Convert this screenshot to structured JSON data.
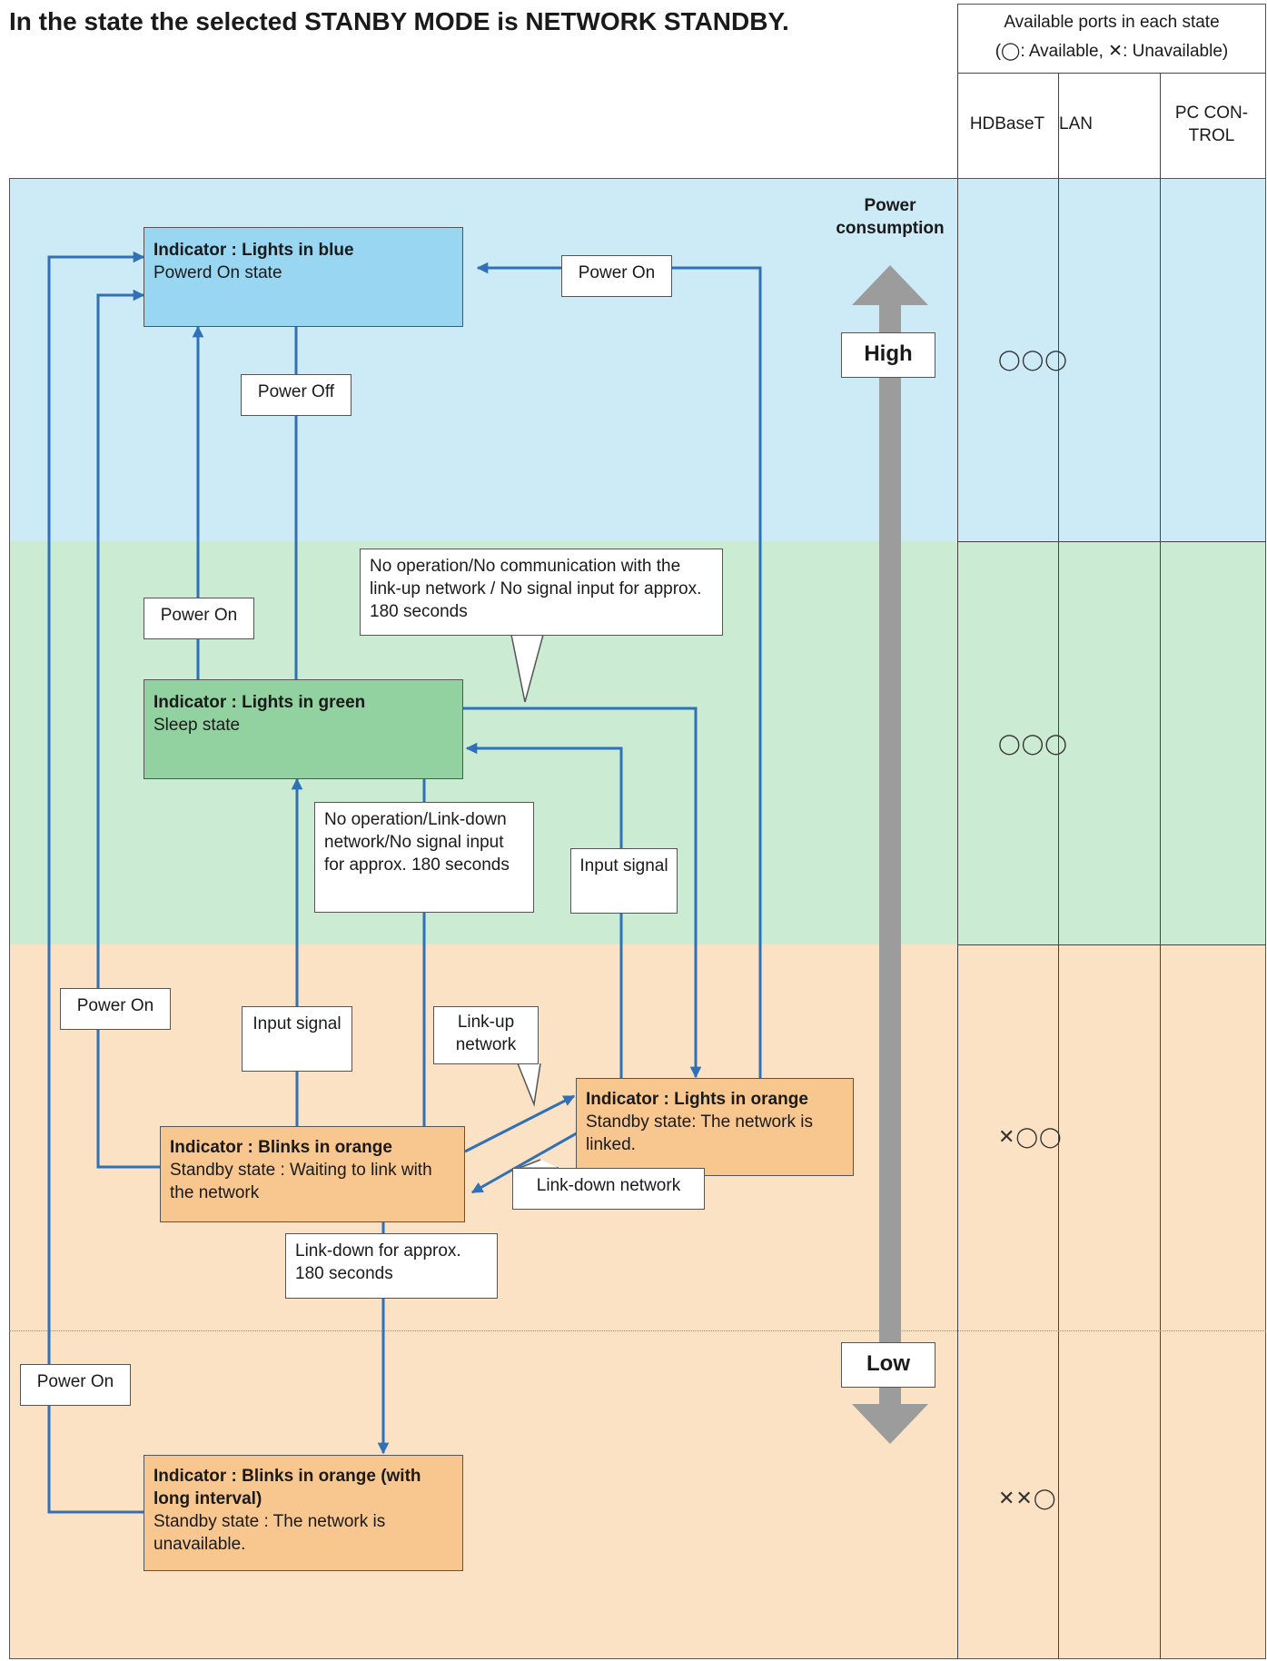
{
  "heading": "In the state the selected STANBY MODE is NETWORK STANDBY.",
  "table": {
    "title_line1": "Available ports in each state",
    "title_line2": "(◯: Available, ✕: Unavailable)",
    "columns": [
      "HDBaseT",
      "LAN",
      "PC CON-\nTROL"
    ],
    "rows": [
      {
        "marks": "◯◯◯"
      },
      {
        "marks": "◯◯◯"
      },
      {
        "marks": "✕◯◯"
      },
      {
        "marks": "✕✕◯"
      }
    ]
  },
  "colors": {
    "band_blue": "#cdebf7",
    "band_green": "#cbebd2",
    "band_orange": "#fbe2c4",
    "box_blue": "#98d6f1",
    "box_green": "#92d1a0",
    "box_orange": "#f8c68f",
    "arrow": "#2f70b6",
    "power_arrow": "#9c9c9c"
  },
  "power": {
    "title": "Power\nconsumption",
    "high": "High",
    "low": "Low"
  },
  "states": {
    "blue": {
      "title": "Indicator : Lights in blue",
      "sub": "Powerd On state"
    },
    "green": {
      "title": "Indicator : Lights in green",
      "sub": "Sleep state"
    },
    "blink_orange": {
      "title": "Indicator : Blinks in orange",
      "sub": "Standby state : Waiting to link with the network"
    },
    "lights_orange": {
      "title": "Indicator : Lights in orange",
      "sub": "Standby state:  The network is linked."
    },
    "blink_long": {
      "title": "Indicator : Blinks in orange (with long interval)",
      "sub": "Standby state : The network is unavailable."
    }
  },
  "labels": {
    "power_on_top": "Power On",
    "power_off": "Power Off",
    "power_on_green": "Power On",
    "power_on_blink": "Power On",
    "power_on_long": "Power On",
    "no_op_network": "No operation/No communication with the link-up network / No signal input for approx. 180 seconds",
    "no_op_linkdown": "No operation/Link-down network/No signal input for approx. 180 seconds",
    "input_signal_right": "Input signal",
    "input_signal_left": "Input signal",
    "link_up": "Link-up network",
    "link_down": "Link-down network",
    "link_down_180": "Link-down for approx. 180 seconds"
  }
}
